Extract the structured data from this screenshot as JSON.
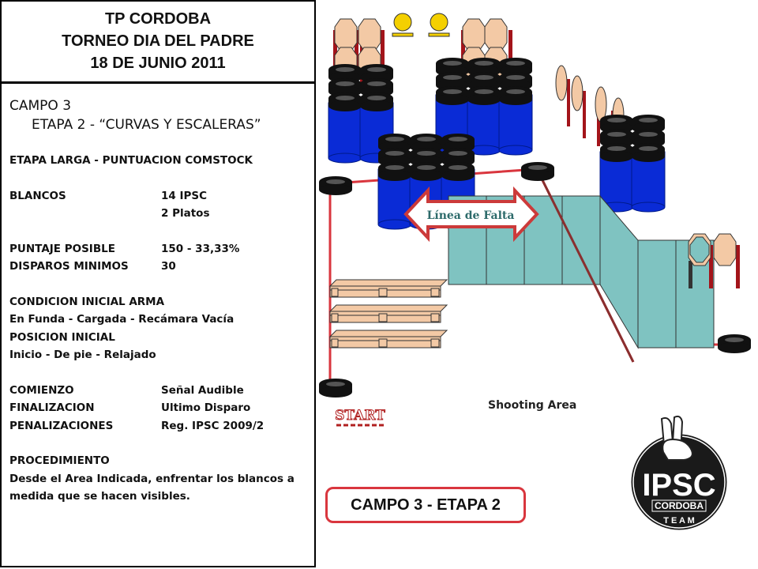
{
  "header": {
    "line1": "TP CORDOBA",
    "line2": "TORNEO DIA DEL PADRE",
    "line3": "18 DE JUNIO 2011"
  },
  "stage": {
    "campo": "CAMPO 3",
    "name": "ETAPA 2 - “CURVAS Y ESCALERAS”",
    "type": "ETAPA LARGA - PUNTUACION COMSTOCK"
  },
  "specs": {
    "blancos_label": "BLANCOS",
    "blancos_value1": "14 IPSC",
    "blancos_value2": "2 Platos",
    "puntaje_label": "PUNTAJE POSIBLE",
    "puntaje_value": "150 - 33,33%",
    "disparos_label": "DISPAROS MINIMOS",
    "disparos_value": "30",
    "condicion_label": "CONDICION INICIAL ARMA",
    "condicion_value": "En Funda - Cargada  - Recámara Vacía",
    "posicion_label": "POSICION INICIAL",
    "posicion_value": "Inicio - De pie - Relajado",
    "comienzo_label": "COMIENZO",
    "comienzo_value": "Señal Audible",
    "finalizacion_label": "FINALIZACION",
    "finalizacion_value": "Ultimo Disparo",
    "penalizaciones_label": "PENALIZACIONES",
    "penalizaciones_value": "Reg. IPSC 2009/2",
    "procedimiento_label": "PROCEDIMIENTO",
    "procedimiento_value": "Desde el Area Indicada, enfrentar los blancos a medida que se hacen visibles."
  },
  "diagram": {
    "fault_line_label": "Línea de Falta",
    "start_label": "START",
    "shooting_area_label": "Shooting Area",
    "footer_title": "CAMPO 3 - ETAPA 2",
    "logo_main": "IPSC",
    "logo_sub": "CORDOBA",
    "logo_team": "T E A M",
    "colors": {
      "barrel": "#0a2bd6",
      "tire": "#111111",
      "target": "#f3c9a5",
      "stake": "#a3141a",
      "popper": "#f4d000",
      "path": "#d9363e",
      "area": "#7fc3c1",
      "arrow": "#cc3a3a"
    }
  }
}
